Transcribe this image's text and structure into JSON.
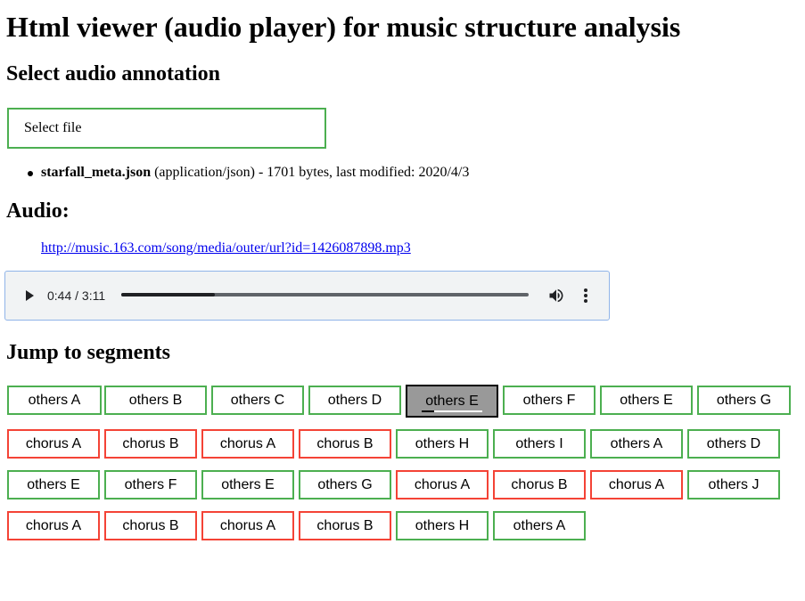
{
  "title": "Html viewer (audio player) for music structure analysis",
  "select_section": {
    "heading": "Select audio annotation",
    "file_button_label": "Select file",
    "file": {
      "name": "starfall_meta.json",
      "details": " (application/json) - 1701 bytes, last modified: 2020/4/3"
    }
  },
  "audio_section": {
    "heading": "Audio:",
    "url": "http://music.163.com/song/media/outer/url?id=1426087898.mp3",
    "player": {
      "time": "0:44 / 3:11",
      "progress": 0.2304,
      "icons": {
        "play": "play-icon",
        "volume": "volume-icon",
        "more": "more-options-icon"
      }
    }
  },
  "segments_section": {
    "heading": "Jump to segments",
    "colors": {
      "others": "#4caf50",
      "chorus": "#f44336",
      "active_bg": "#999999"
    },
    "rows": [
      [
        {
          "label": "others A",
          "type": "others"
        },
        {
          "label": "others B",
          "type": "others"
        },
        {
          "label": "others C",
          "type": "others"
        },
        {
          "label": "others D",
          "type": "others"
        },
        {
          "label": "others E",
          "type": "others",
          "active": true
        },
        {
          "label": "others F",
          "type": "others"
        },
        {
          "label": "others E",
          "type": "others"
        },
        {
          "label": "others G",
          "type": "others"
        }
      ],
      [
        {
          "label": "chorus A",
          "type": "chorus"
        },
        {
          "label": "chorus B",
          "type": "chorus"
        },
        {
          "label": "chorus A",
          "type": "chorus"
        },
        {
          "label": "chorus B",
          "type": "chorus"
        },
        {
          "label": "others H",
          "type": "others"
        },
        {
          "label": "others I",
          "type": "others"
        },
        {
          "label": "others A",
          "type": "others"
        },
        {
          "label": "others D",
          "type": "others"
        }
      ],
      [
        {
          "label": "others E",
          "type": "others"
        },
        {
          "label": "others F",
          "type": "others"
        },
        {
          "label": "others E",
          "type": "others"
        },
        {
          "label": "others G",
          "type": "others"
        },
        {
          "label": "chorus A",
          "type": "chorus"
        },
        {
          "label": "chorus B",
          "type": "chorus"
        },
        {
          "label": "chorus A",
          "type": "chorus"
        },
        {
          "label": "others J",
          "type": "others"
        }
      ],
      [
        {
          "label": "chorus A",
          "type": "chorus"
        },
        {
          "label": "chorus B",
          "type": "chorus"
        },
        {
          "label": "chorus A",
          "type": "chorus"
        },
        {
          "label": "chorus B",
          "type": "chorus"
        },
        {
          "label": "others H",
          "type": "others"
        },
        {
          "label": "others A",
          "type": "others"
        }
      ]
    ]
  }
}
